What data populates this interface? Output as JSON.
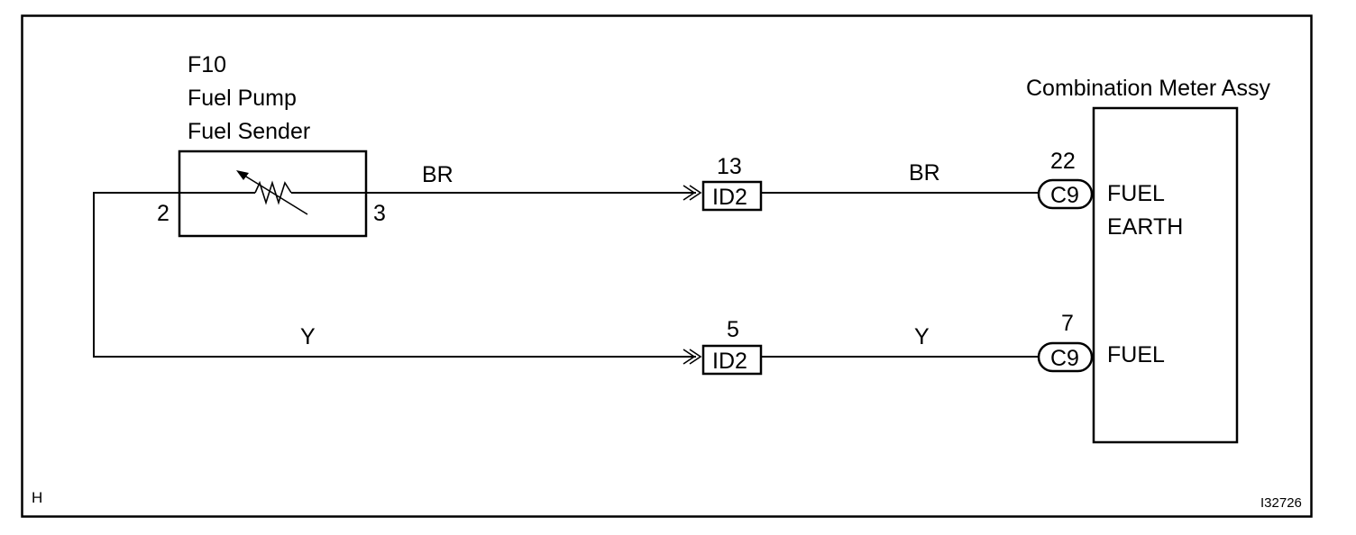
{
  "diagram": {
    "sheet_letter": "H",
    "figure_id": "I32726",
    "component": {
      "id": "F10",
      "line1": "Fuel Pump",
      "line2": "Fuel Sender",
      "pin_left": "2",
      "pin_right": "3"
    },
    "meter": {
      "title": "Combination Meter Assy",
      "terminal_earth_line1": "FUEL",
      "terminal_earth_line2": "EARTH",
      "terminal_fuel": "FUEL"
    },
    "wires": {
      "upper_color_left": "BR",
      "upper_color_right": "BR",
      "lower_color_left": "Y",
      "lower_color_right": "Y"
    },
    "connectors": {
      "upper_junction_pin": "13",
      "upper_junction_name": "ID2",
      "lower_junction_pin": "5",
      "lower_junction_name": "ID2",
      "upper_meter_pin": "22",
      "upper_meter_name": "C9",
      "lower_meter_pin": "7",
      "lower_meter_name": "C9"
    }
  }
}
